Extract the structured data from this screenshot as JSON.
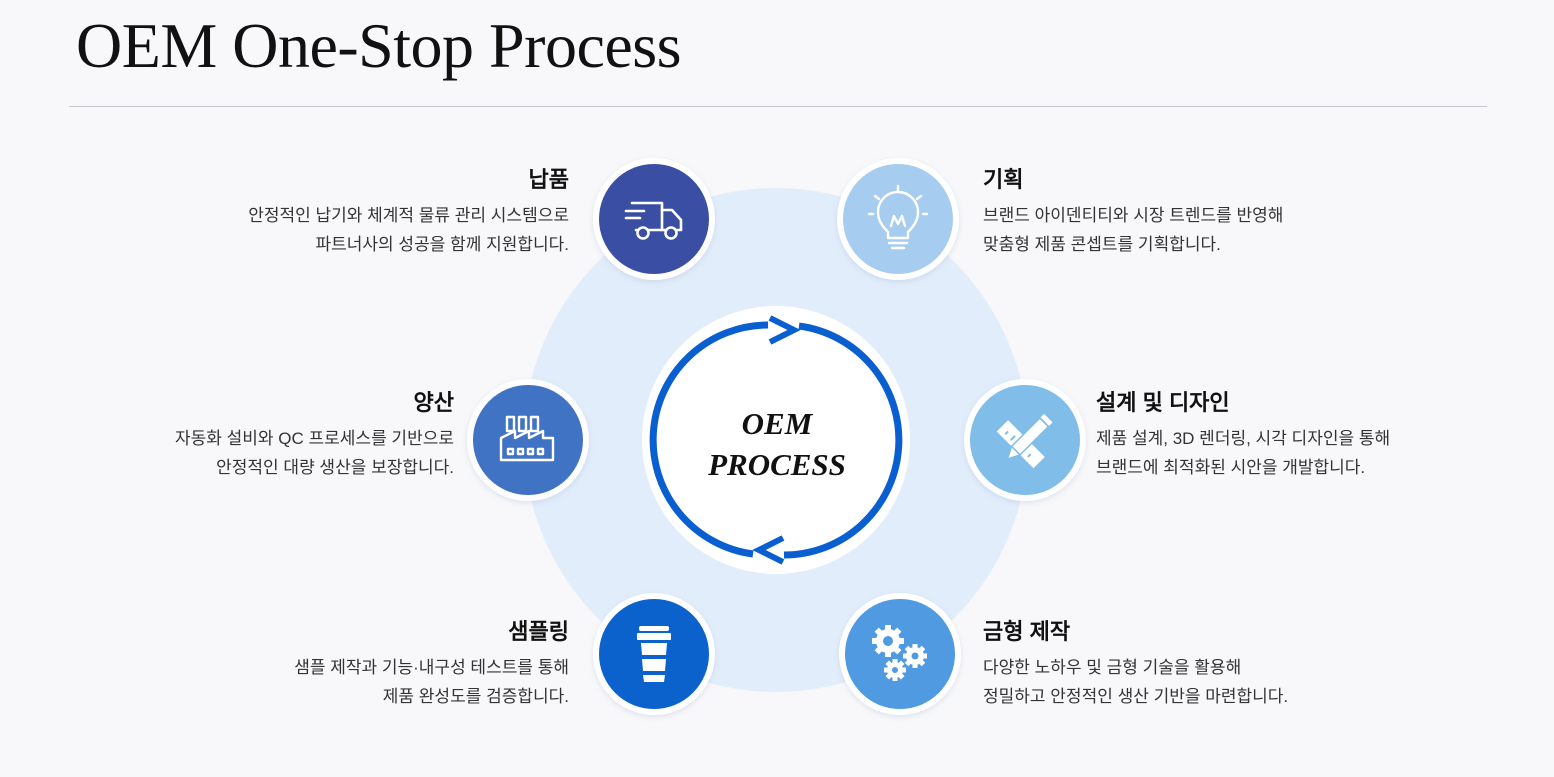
{
  "title": "OEM One-Stop Process",
  "center": {
    "line1": "OEM",
    "line2": "PROCESS"
  },
  "steps": [
    {
      "key": "planning",
      "title": "기획",
      "desc": [
        "브랜드 아이덴티티와 시장 트렌드를 반영해",
        "맞춤형 제품 콘셉트를 기획합니다."
      ],
      "icon": "lightbulb-icon",
      "color": "#a6cdf0"
    },
    {
      "key": "design",
      "title": "설계 및 디자인",
      "desc": [
        "제품 설계, 3D 렌더링, 시각 디자인을 통해",
        "브랜드에 최적화된 시안을 개발합니다."
      ],
      "icon": "pencil-ruler-icon",
      "color": "#80bde8"
    },
    {
      "key": "mold",
      "title": "금형 제작",
      "desc": [
        "다양한 노하우 및 금형 기술을 활용해",
        "정밀하고 안정적인 생산 기반을 마련합니다."
      ],
      "icon": "gears-icon",
      "color": "#4f9ae0"
    },
    {
      "key": "sampling",
      "title": "샘플링",
      "desc": [
        "샘플 제작과 기능·내구성 테스트를 통해",
        "제품 완성도를 검증합니다."
      ],
      "icon": "cup-icon",
      "color": "#0b62cc"
    },
    {
      "key": "production",
      "title": "양산",
      "desc": [
        "자동화 설비와 QC 프로세스를 기반으로",
        "안정적인 대량 생산을 보장합니다."
      ],
      "icon": "factory-icon",
      "color": "#4173c4"
    },
    {
      "key": "delivery",
      "title": "납품",
      "desc": [
        "안정적인 납기와 체계적 물류 관리 시스템으로",
        "파트너사의 성공을 함께 지원합니다."
      ],
      "icon": "truck-icon",
      "color": "#3a4fa3"
    }
  ],
  "colors": {
    "background": "#f8f8fa",
    "ring": "#e2edfb",
    "arrow": "#0a5fd0",
    "text": "#111111"
  }
}
